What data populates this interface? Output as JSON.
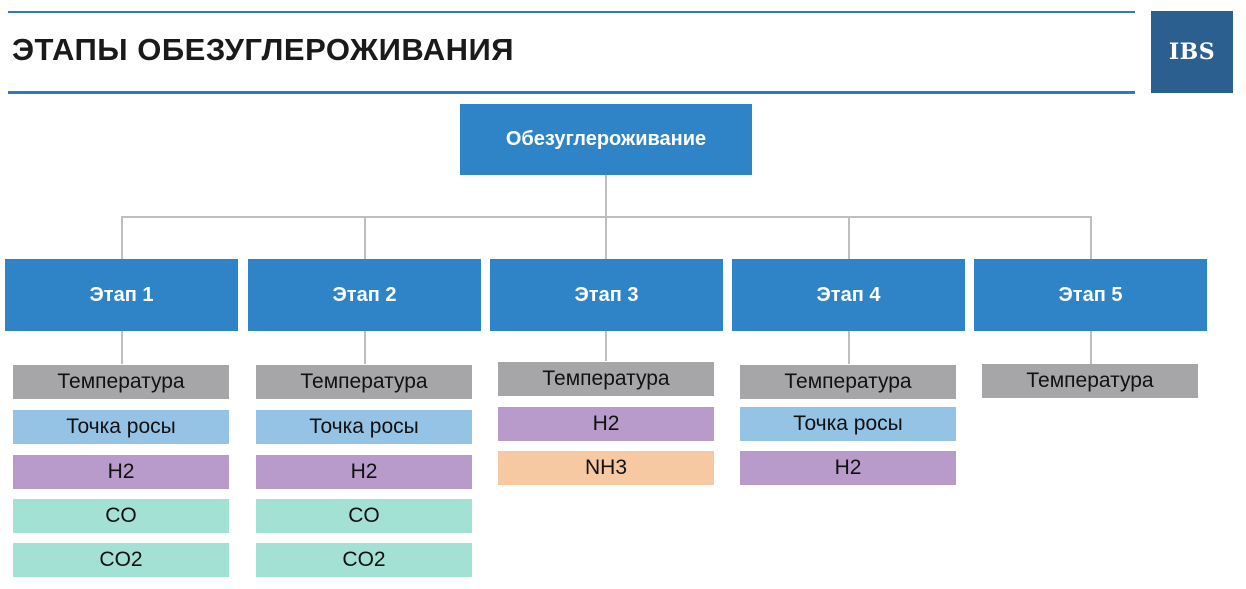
{
  "header": {
    "title": "ЭТАПЫ ОБЕЗУГЛЕРОЖИВАНИЯ",
    "logo_text": "IBS",
    "accent_color": "#2f7ab9",
    "logo_color": "#2a5f8f"
  },
  "diagram": {
    "root": {
      "label": "Обезуглероживание",
      "color": "#2e84c6"
    },
    "stages": [
      {
        "label": "Этап 1",
        "params": [
          "Температура",
          "Точка росы",
          "H2",
          "CO",
          "CO2"
        ]
      },
      {
        "label": "Этап 2",
        "params": [
          "Температура",
          "Точка росы",
          "H2",
          "CO",
          "CO2"
        ]
      },
      {
        "label": "Этап 3",
        "params": [
          "Температура",
          "H2",
          "NH3"
        ]
      },
      {
        "label": "Этап 4",
        "params": [
          "Температура",
          "Точка росы",
          "H2"
        ]
      },
      {
        "label": "Этап 5",
        "params": [
          "Температура"
        ]
      }
    ],
    "param_colors": {
      "Температура": "#a6a6a8",
      "Точка росы": "#94c3e5",
      "H2": "#b89acb",
      "CO": "#a2e1d3",
      "CO2": "#a2e1d3",
      "NH3": "#f6c9a2"
    }
  }
}
